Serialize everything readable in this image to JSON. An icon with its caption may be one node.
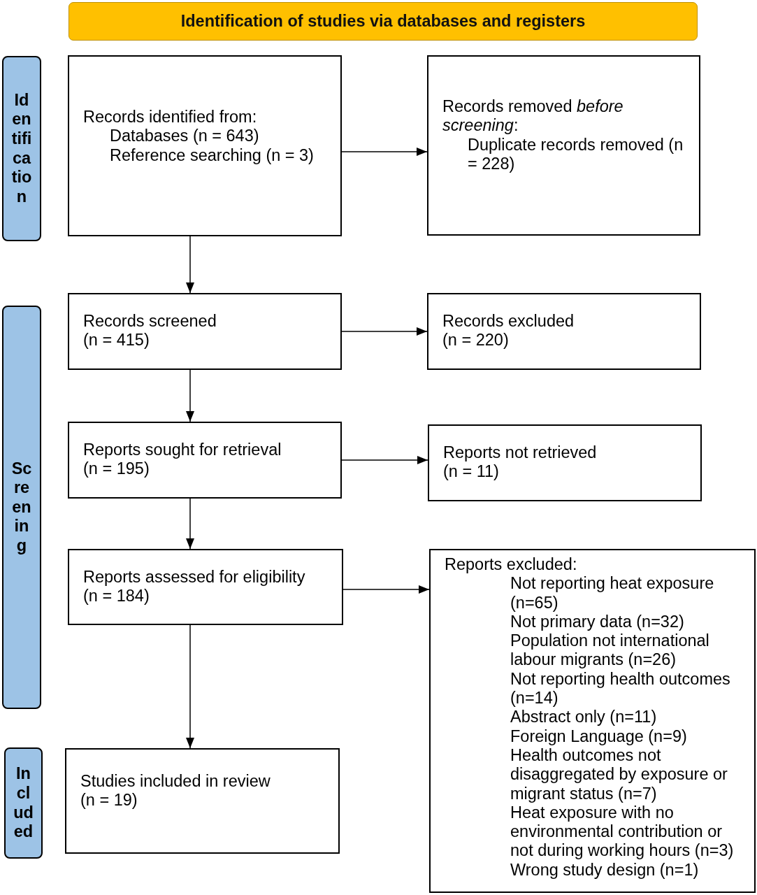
{
  "diagram": {
    "nodes": [
      {
        "text": [
          "Identification of studies via databases and registers"
        ]
      },
      {
        "text": [
          "Id en tifi ca tio n"
        ]
      },
      {
        "text": [
          "Records identified from:",
          "Databases (n = 643)",
          "Reference searching (n = 3)"
        ]
      },
      {
        "text": [
          "Records removed *before screening*:",
          "Duplicate records removed (n = 228)"
        ]
      },
      {
        "text": [
          "Sc re en in g"
        ]
      },
      {
        "text": [
          "Records screened",
          "(n = 415)"
        ]
      },
      {
        "text": [
          "Records excluded",
          "(n = 220)"
        ]
      },
      {
        "text": [
          "Reports sought for retrieval",
          "(n = 195)"
        ]
      },
      {
        "text": [
          "Reports not retrieved",
          "(n = 11)"
        ]
      },
      {
        "text": [
          "Reports assessed for eligibility",
          "(n = 184)"
        ]
      },
      {
        "text": [
          "Reports excluded:",
          "Not reporting heat exposure (n=65)",
          "Not primary data (n=32)",
          "Population not international labour migrants (n=26)",
          "Not reporting health outcomes (n=14)",
          "Abstract only (n=11)",
          "Foreign Language (n=9)",
          "Health outcomes not disaggregated by exposure or migrant status (n=7)",
          "Heat exposure with no environmental contribution or not during working hours (n=3)",
          "Wrong study design (n=1)"
        ]
      },
      {
        "text": [
          "In cl ud ed"
        ]
      },
      {
        "text": [
          "Studies included in review",
          "(n = 19)"
        ]
      }
    ],
    "edges": [
      {
        "from": 2,
        "to": 3,
        "arrow": "to"
      },
      {
        "from": 2,
        "to": 5,
        "arrow": "to"
      },
      {
        "from": 5,
        "to": 6,
        "arrow": "to"
      },
      {
        "from": 5,
        "to": 7,
        "arrow": "to"
      },
      {
        "from": 7,
        "to": 8,
        "arrow": "to"
      },
      {
        "from": 7,
        "to": 9,
        "arrow": "to"
      },
      {
        "from": 9,
        "to": 10,
        "arrow": "to"
      },
      {
        "from": 9,
        "to": 12,
        "arrow": "to"
      }
    ]
  }
}
